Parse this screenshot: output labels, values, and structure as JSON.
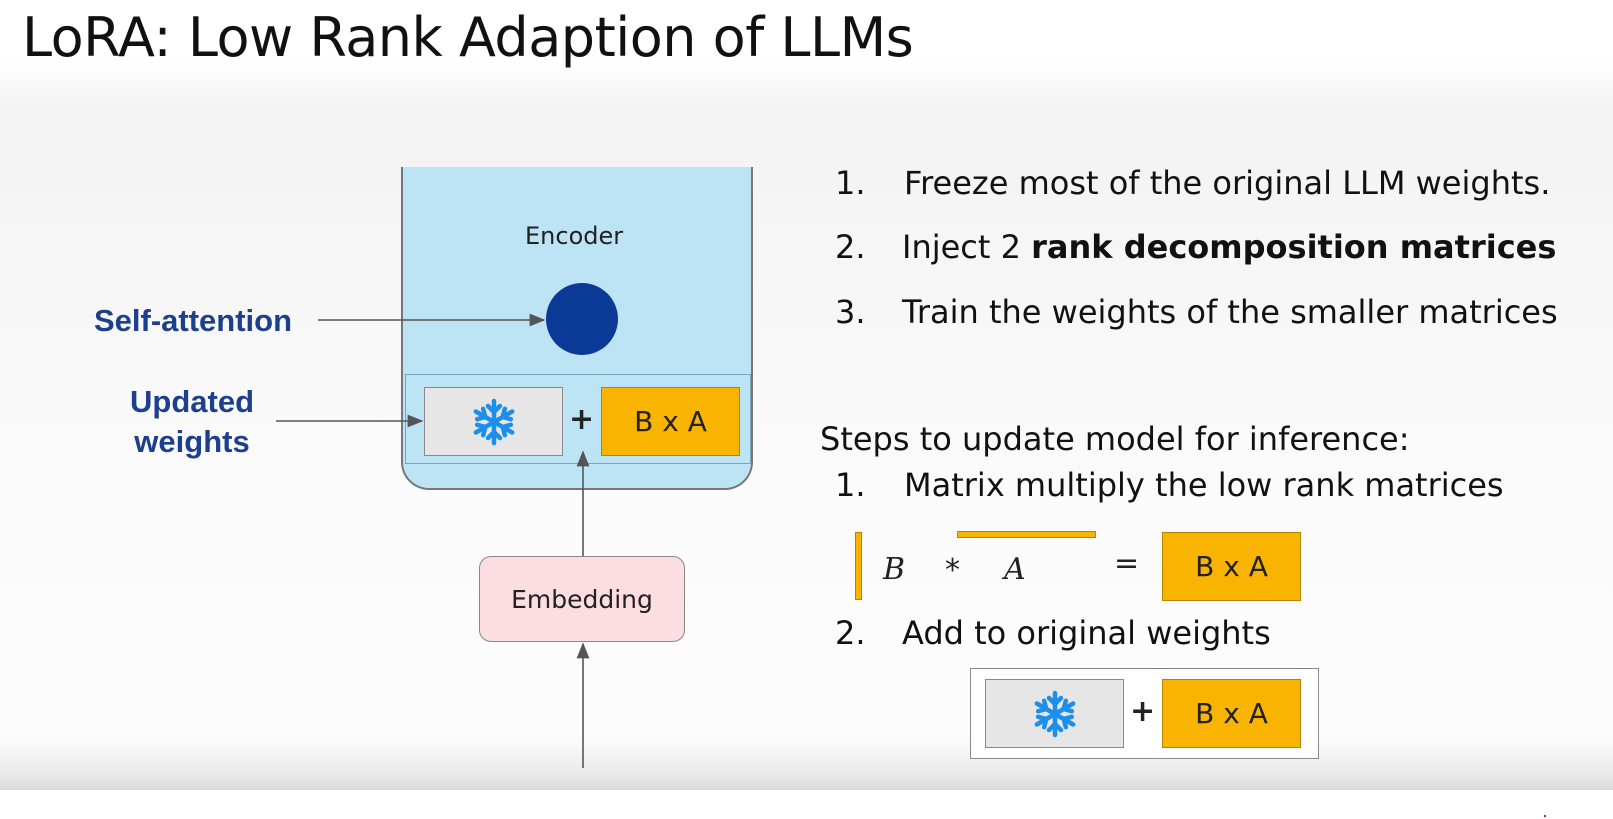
{
  "title": "LoRA: Low Rank Adaption of LLMs",
  "diagram": {
    "encoder_label": "Encoder",
    "embedding_label": "Embedding",
    "self_attention_label": "Self-attention",
    "updated_weights_label": [
      "Updated",
      "weights"
    ],
    "frozen_icon": "snowflake-icon",
    "plus": "+",
    "ba_label": "B x A"
  },
  "steps": [
    {
      "num": "1.",
      "text": "Freeze most of the original LLM weights."
    },
    {
      "num": "2.",
      "text_prefix": "Inject 2 ",
      "text_bold": "rank decomposition matrices"
    },
    {
      "num": "3.",
      "text": "Train the weights of the smaller matrices"
    }
  ],
  "inference": {
    "heading": "Steps to update model for inference:",
    "step1": {
      "num": "1.",
      "text": "Matrix multiply the low rank matrices"
    },
    "equation": {
      "b": "B",
      "times": "*",
      "a": "A",
      "equals": "=",
      "result": "B x A"
    },
    "step2": {
      "num": "2.",
      "text": "Add to original weights"
    },
    "final": {
      "plus": "+",
      "ba_label": "B x A"
    }
  },
  "colors": {
    "encoder": "#bde4f4",
    "self_attention_dot": "#0a3a96",
    "ba_fill": "#f8b400",
    "embedding": "#fbdde2",
    "label_blue": "#1d3f8e",
    "snowflake": "#1e8fe8"
  }
}
